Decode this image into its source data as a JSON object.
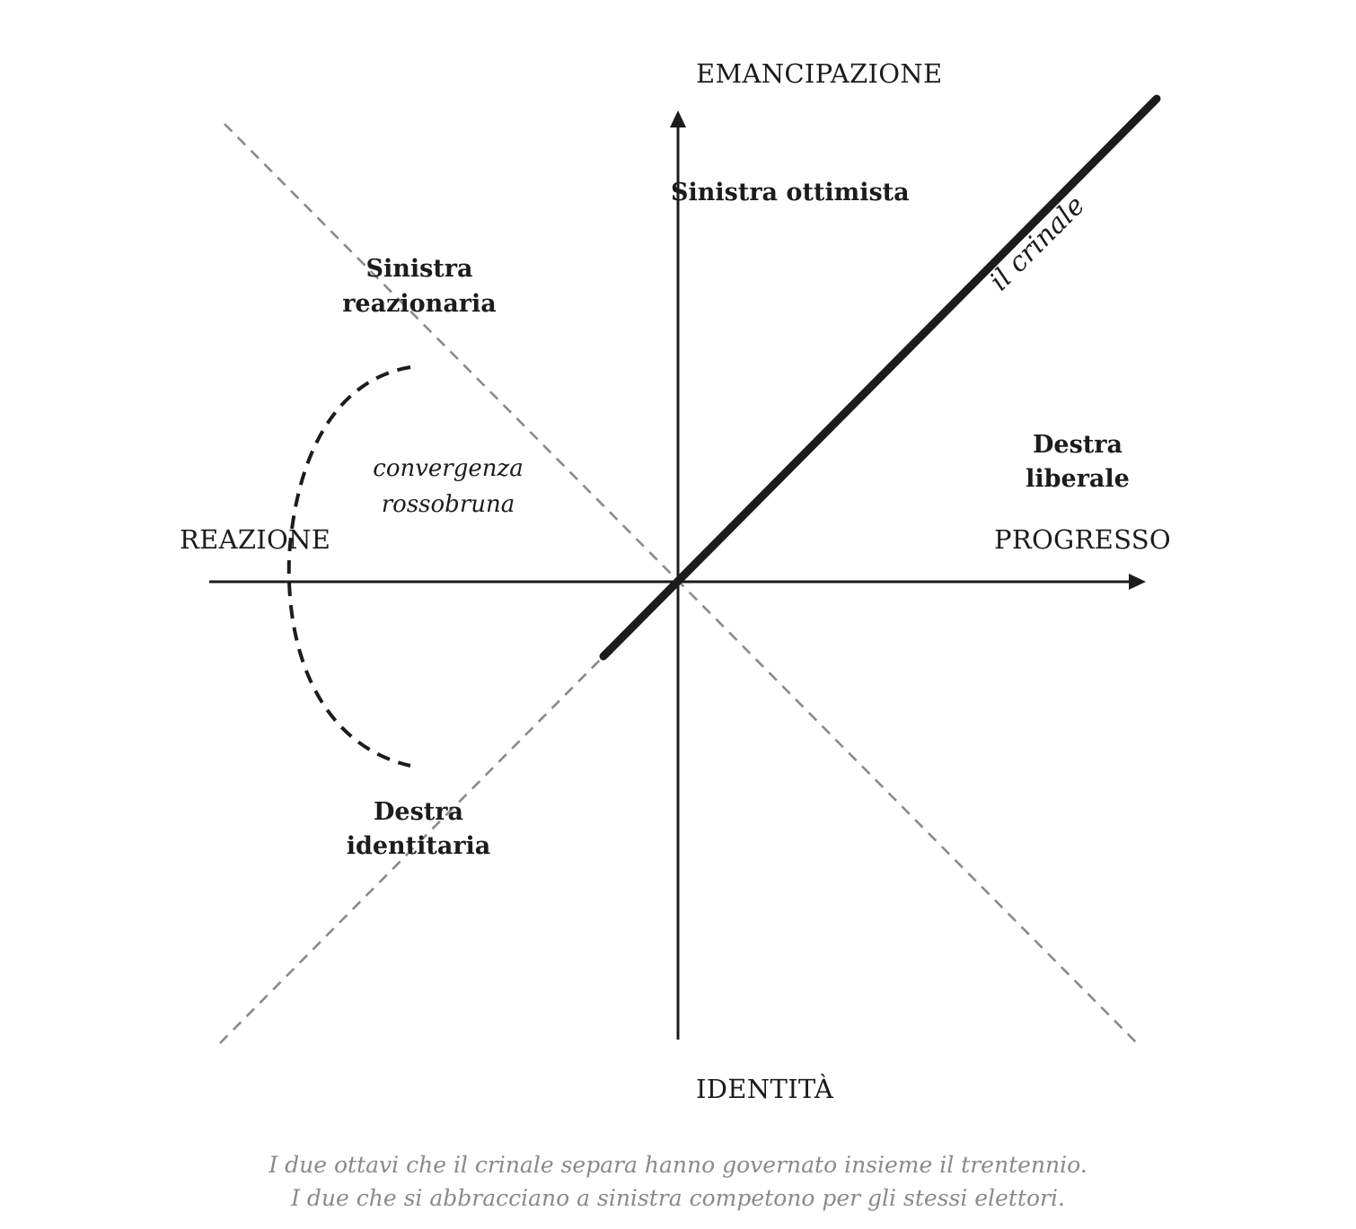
{
  "axes": {
    "top": "EMANCIPAZIONE",
    "bottom": "IDENTITÀ",
    "left": "REAZIONE",
    "right": "PROGRESSO"
  },
  "regions": {
    "sinistra_ottimista": "Sinistra ottimista",
    "sinistra_reazionaria": [
      "Sinistra",
      "reazionaria"
    ],
    "destra_liberale": [
      "Destra",
      "liberale"
    ],
    "destra_identitaria": [
      "Destra",
      "identitaria"
    ]
  },
  "convergence": [
    "convergenza",
    "rossobruna"
  ],
  "ridge_label": "il crinale",
  "caption": [
    "I due ottavi che il crinale separa hanno governato insieme il trentennio.",
    "I due che si abbracciano a sinistra competono per gli stessi elettori."
  ],
  "colors": {
    "ink": "#1c1c1c",
    "guide": "#8a8a8a",
    "caption": "#8a8a8a"
  }
}
